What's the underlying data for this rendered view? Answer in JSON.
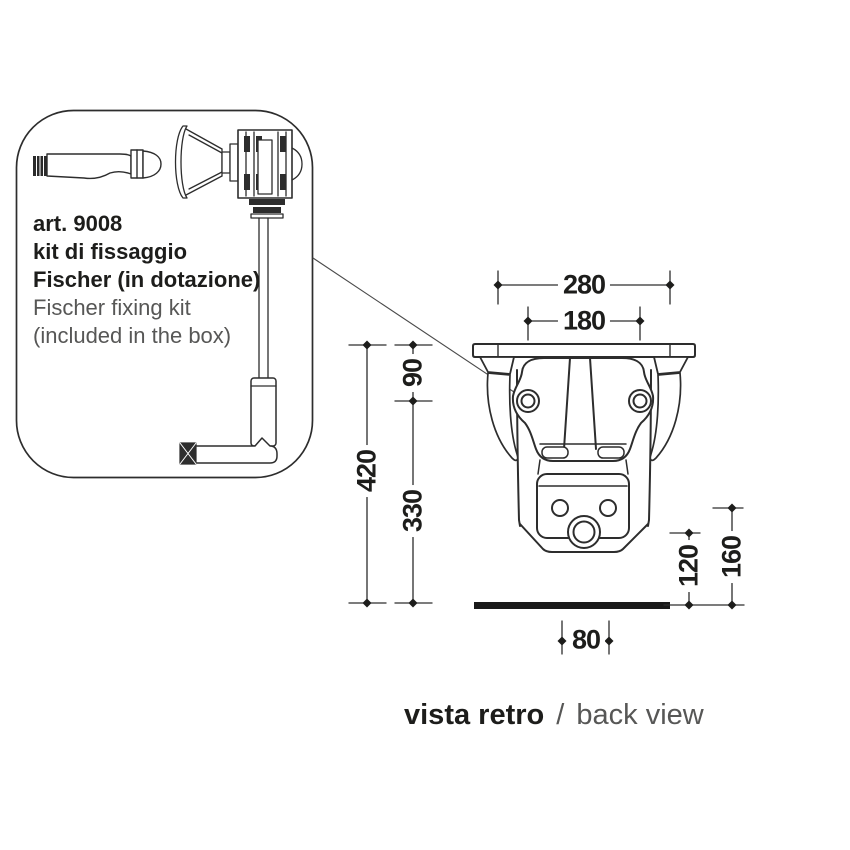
{
  "callout": {
    "line1": "art. 9008",
    "line2": "kit di fissaggio",
    "line3": "Fischer (in dotazione)",
    "line4": "Fischer fixing kit",
    "line5": "(included in the box)"
  },
  "dimensions": {
    "outer_width": "280",
    "fixing_hole_spacing": "180",
    "hole_top_offset": "90",
    "total_height": "420",
    "hole_to_floor": "330",
    "drain_center_height": "120",
    "inlet_center_height": "160",
    "bottom_clearance": "80"
  },
  "caption": {
    "primary": "vista retro",
    "separator": "/",
    "secondary": "back view"
  },
  "colors": {
    "line": "#2d2d2d",
    "text_dark": "#1d1d1b",
    "text_gray": "#575756",
    "floor_bar": "#1a1a1a",
    "background": "#ffffff"
  }
}
